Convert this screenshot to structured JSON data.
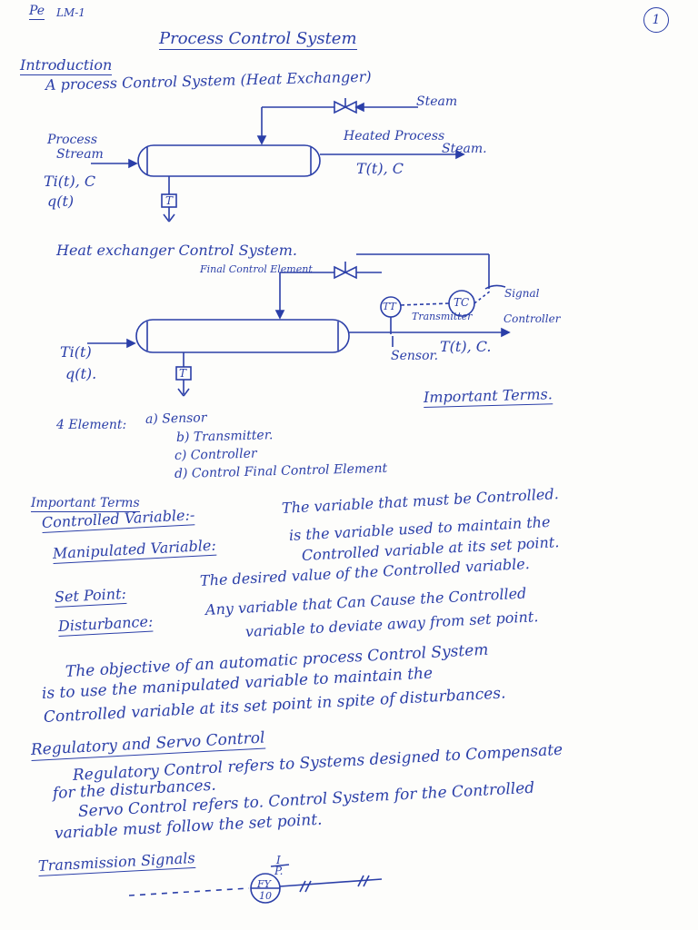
{
  "header": {
    "course_code": "Pe",
    "unit": "LM-1",
    "page_number": "1",
    "title": "Process Control System"
  },
  "introduction": {
    "heading": "Introduction",
    "subheading": "A process Control System (Heat Exchanger)"
  },
  "diagram1": {
    "steam": "Steam",
    "process_stream": [
      "Process",
      "Stream"
    ],
    "heated_process": [
      "Heated Process",
      "Steam."
    ],
    "inlet_temp": "Ti(t), C",
    "inlet_flow": "q(t)",
    "outlet_temp": "T(t), C",
    "trap_label": "T"
  },
  "diagram2": {
    "heading": "Heat exchanger Control System.",
    "final_control_element": "Final Control Element",
    "signal": "Signal",
    "transmitter": "Transmitter",
    "controller": "Controller",
    "sensor": "Sensor.",
    "tt_label": "TT",
    "tc_label": "TC",
    "trap_label": "T",
    "inlet_temp": "Ti(t)",
    "inlet_flow": "q(t).",
    "outlet_temp": "T(t), C."
  },
  "important_terms_top": "Important Terms.",
  "elements": {
    "lead": "4 Element:",
    "items": [
      "a) Sensor",
      "b) Transmitter.",
      "c) Controller",
      "d) Control Final Control Element"
    ]
  },
  "terms": {
    "heading": "Important Terms",
    "controlled_variable": {
      "term": "Controlled Variable:-",
      "def": "The variable that must be Controlled."
    },
    "manipulated_variable": {
      "term": "Manipulated Variable:",
      "def1": "is the variable used to maintain the",
      "def2": "Controlled variable at its set point."
    },
    "set_point": {
      "term": "Set Point:",
      "def": "The desired value of the Controlled variable."
    },
    "disturbance": {
      "term": "Disturbance:",
      "def1": "Any variable that Can Cause the Controlled",
      "def2": "variable to deviate away from set point."
    },
    "objective": [
      "The objective of an automatic process Control System",
      "is to use the manipulated variable to maintain the",
      "Controlled variable at its set point in spite of disturbances."
    ]
  },
  "reg_servo": {
    "heading": "Regulatory and Servo Control",
    "lines": [
      "Regulatory Control refers to Systems designed to Compensate",
      "for the disturbances.",
      "Servo Control refers to. Control System for the Controlled",
      "variable must follow the set point."
    ]
  },
  "transmission": {
    "heading": "Transmission Signals",
    "converter_top": "I",
    "converter_bottom": "P.",
    "fy_tag": "FY",
    "fy_num": "10"
  }
}
